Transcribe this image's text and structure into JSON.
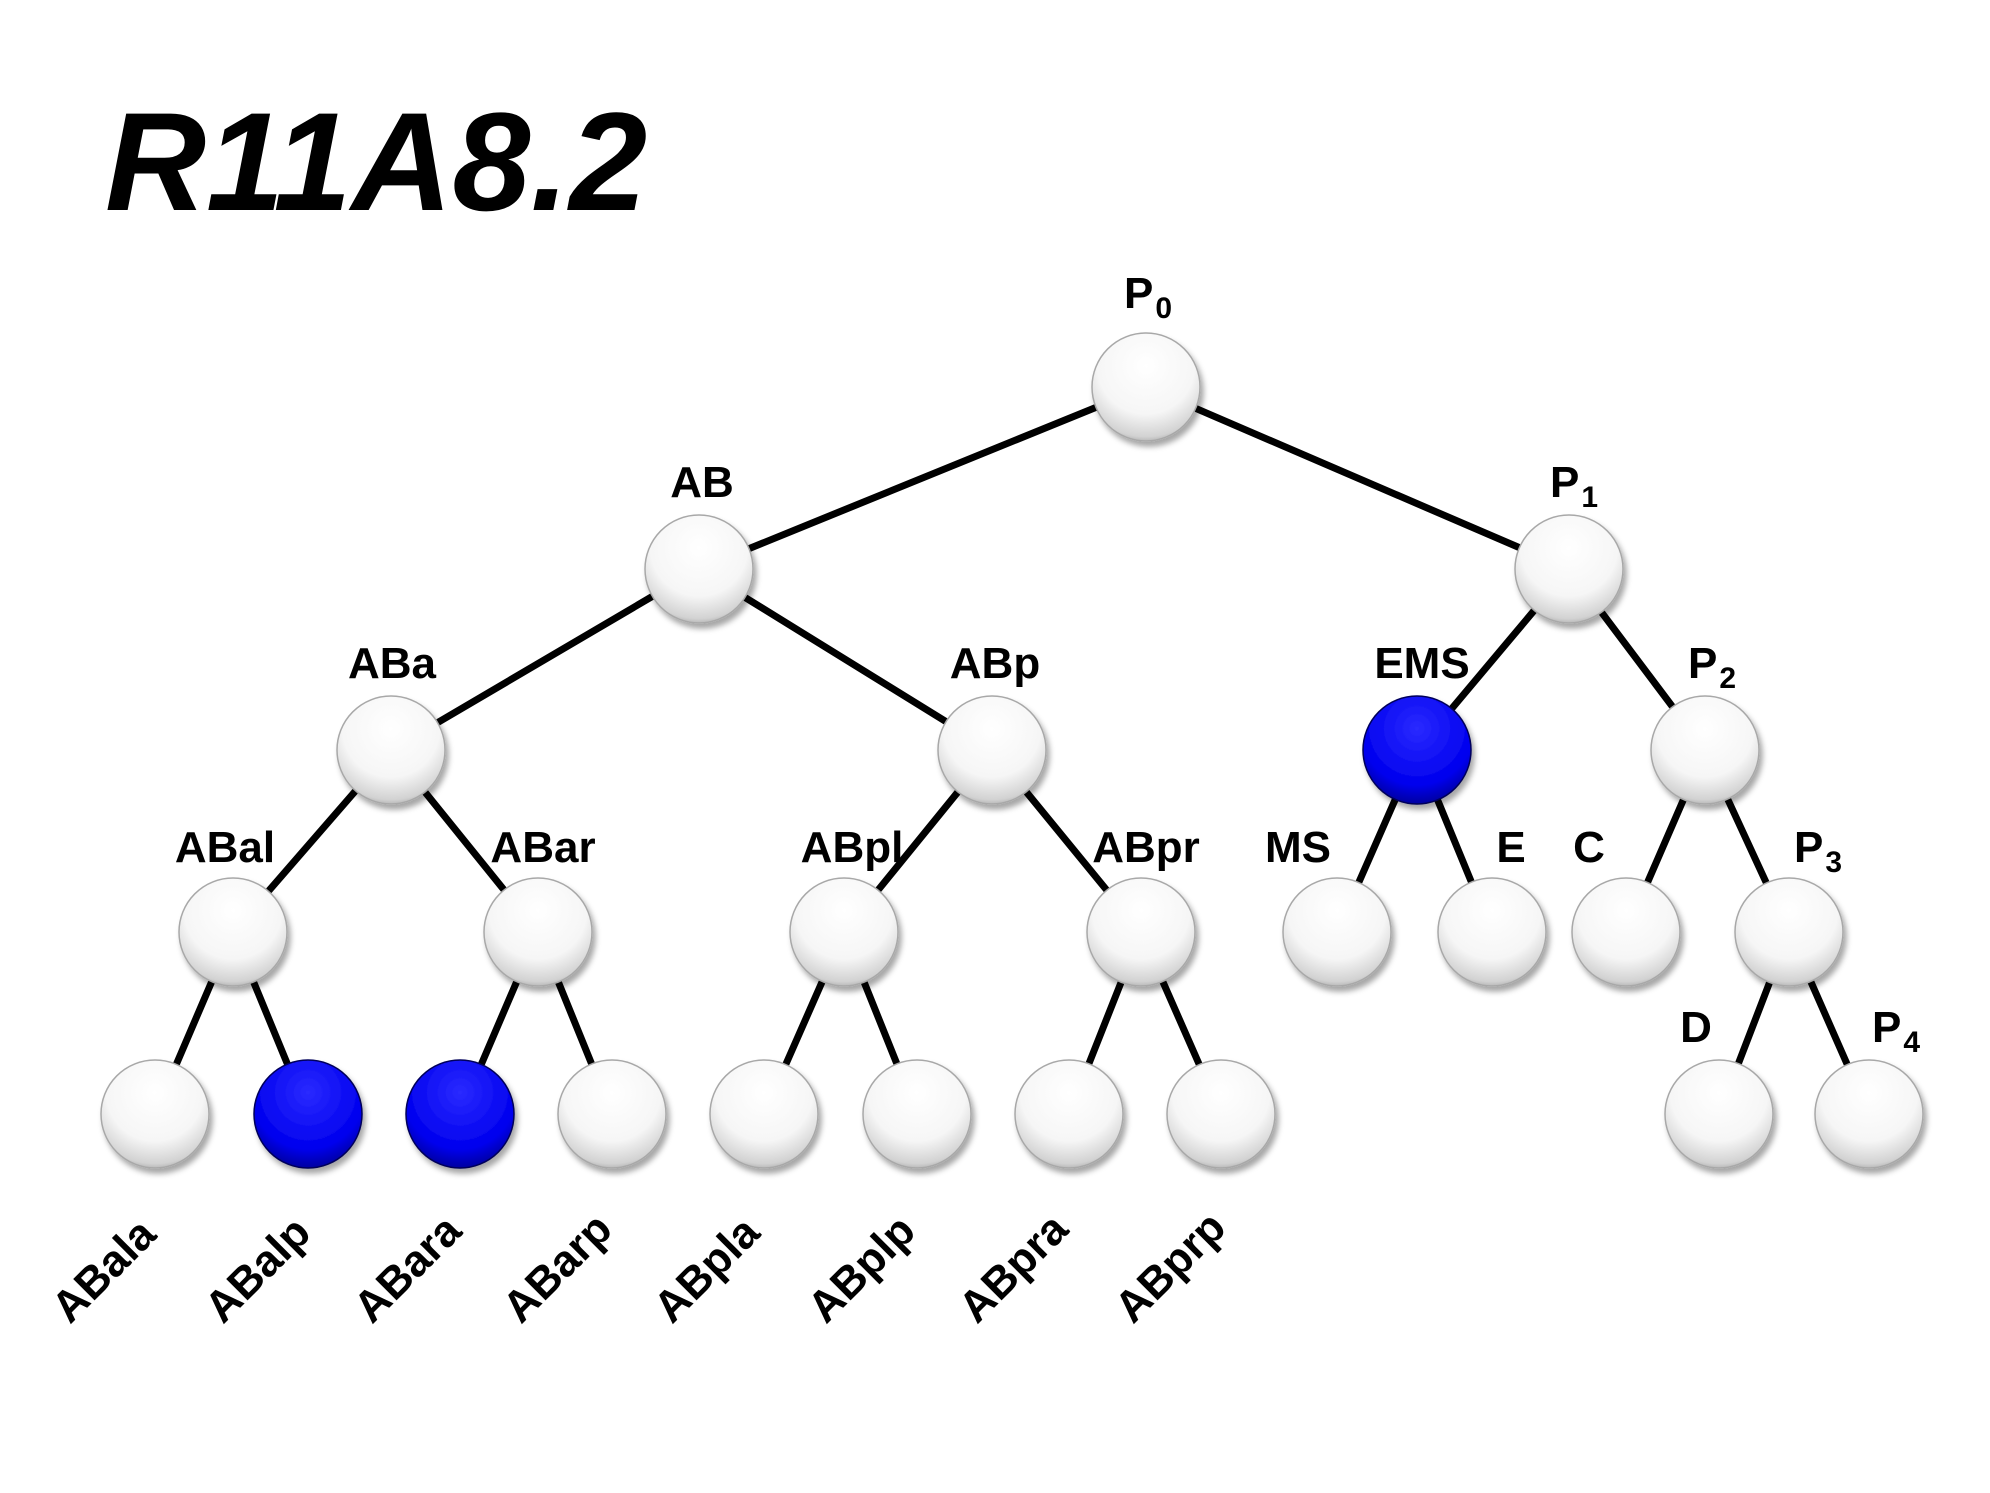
{
  "title": "R11A8.2",
  "colors": {
    "highlight": "#0000EE",
    "normal": "#F4F4F4",
    "edge": "#000000"
  },
  "nodes": [
    {
      "id": "P0",
      "label": "P",
      "sub": "0",
      "highlighted": false
    },
    {
      "id": "AB",
      "label": "AB",
      "highlighted": false
    },
    {
      "id": "P1",
      "label": "P",
      "sub": "1",
      "highlighted": false
    },
    {
      "id": "ABa",
      "label": "ABa",
      "highlighted": false
    },
    {
      "id": "ABp",
      "label": "ABp",
      "highlighted": false
    },
    {
      "id": "EMS",
      "label": "EMS",
      "highlighted": true
    },
    {
      "id": "P2",
      "label": "P",
      "sub": "2",
      "highlighted": false
    },
    {
      "id": "ABal",
      "label": "ABal",
      "highlighted": false
    },
    {
      "id": "ABar",
      "label": "ABar",
      "highlighted": false
    },
    {
      "id": "ABpl",
      "label": "ABpl",
      "highlighted": false
    },
    {
      "id": "ABpr",
      "label": "ABpr",
      "highlighted": false
    },
    {
      "id": "MS",
      "label": "MS",
      "highlighted": false
    },
    {
      "id": "E",
      "label": "E",
      "highlighted": false
    },
    {
      "id": "C",
      "label": "C",
      "highlighted": false
    },
    {
      "id": "P3",
      "label": "P",
      "sub": "3",
      "highlighted": false
    },
    {
      "id": "ABala",
      "label": "ABala",
      "highlighted": false
    },
    {
      "id": "ABalp",
      "label": "ABalp",
      "highlighted": true
    },
    {
      "id": "ABara",
      "label": "ABara",
      "highlighted": true
    },
    {
      "id": "ABarp",
      "label": "ABarp",
      "highlighted": false
    },
    {
      "id": "ABpla",
      "label": "ABpla",
      "highlighted": false
    },
    {
      "id": "ABplp",
      "label": "ABplp",
      "highlighted": false
    },
    {
      "id": "ABpra",
      "label": "ABpra",
      "highlighted": false
    },
    {
      "id": "ABprp",
      "label": "ABprp",
      "highlighted": false
    },
    {
      "id": "D",
      "label": "D",
      "highlighted": false
    },
    {
      "id": "P4",
      "label": "P",
      "sub": "4",
      "highlighted": false
    }
  ],
  "edges": [
    [
      "P0",
      "AB"
    ],
    [
      "P0",
      "P1"
    ],
    [
      "AB",
      "ABa"
    ],
    [
      "AB",
      "ABp"
    ],
    [
      "P1",
      "EMS"
    ],
    [
      "P1",
      "P2"
    ],
    [
      "ABa",
      "ABal"
    ],
    [
      "ABa",
      "ABar"
    ],
    [
      "ABp",
      "ABpl"
    ],
    [
      "ABp",
      "ABpr"
    ],
    [
      "EMS",
      "MS"
    ],
    [
      "EMS",
      "E"
    ],
    [
      "P2",
      "C"
    ],
    [
      "P2",
      "P3"
    ],
    [
      "ABal",
      "ABala"
    ],
    [
      "ABal",
      "ABalp"
    ],
    [
      "ABar",
      "ABara"
    ],
    [
      "ABar",
      "ABarp"
    ],
    [
      "ABpl",
      "ABpla"
    ],
    [
      "ABpl",
      "ABplp"
    ],
    [
      "ABpr",
      "ABpra"
    ],
    [
      "ABpr",
      "ABprp"
    ],
    [
      "P3",
      "D"
    ],
    [
      "P3",
      "P4"
    ]
  ]
}
